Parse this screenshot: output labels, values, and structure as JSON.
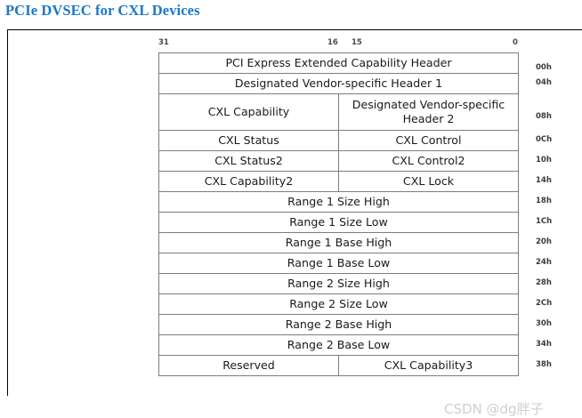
{
  "page": {
    "title": "PCIe DVSEC for CXL Devices"
  },
  "bit_ruler": {
    "labels": [
      {
        "text": "31",
        "bit": 31
      },
      {
        "text": "16",
        "bit": 16
      },
      {
        "text": "15",
        "bit": 15
      },
      {
        "text": "0",
        "bit": 0
      }
    ]
  },
  "register_table": {
    "rows": [
      {
        "offset": "00h",
        "full_width": true,
        "cells": [
          "PCI Express Extended Capability Header"
        ],
        "tall": false
      },
      {
        "offset": "04h",
        "full_width": true,
        "cells": [
          "Designated Vendor-specific Header 1"
        ],
        "tall": false
      },
      {
        "offset": "08h",
        "full_width": false,
        "cells": [
          "CXL Capability",
          "Designated Vendor-specific Header 2"
        ],
        "tall": true
      },
      {
        "offset": "0Ch",
        "full_width": false,
        "cells": [
          "CXL Status",
          "CXL Control"
        ],
        "tall": false
      },
      {
        "offset": "10h",
        "full_width": false,
        "cells": [
          "CXL Status2",
          "CXL Control2"
        ],
        "tall": false
      },
      {
        "offset": "14h",
        "full_width": false,
        "cells": [
          "CXL Capability2",
          "CXL Lock"
        ],
        "tall": false
      },
      {
        "offset": "18h",
        "full_width": true,
        "cells": [
          "Range 1 Size High"
        ],
        "tall": false
      },
      {
        "offset": "1Ch",
        "full_width": true,
        "cells": [
          "Range 1 Size Low"
        ],
        "tall": false
      },
      {
        "offset": "20h",
        "full_width": true,
        "cells": [
          "Range 1 Base High"
        ],
        "tall": false
      },
      {
        "offset": "24h",
        "full_width": true,
        "cells": [
          "Range 1 Base Low"
        ],
        "tall": false
      },
      {
        "offset": "28h",
        "full_width": true,
        "cells": [
          "Range 2 Size High"
        ],
        "tall": false
      },
      {
        "offset": "2Ch",
        "full_width": true,
        "cells": [
          "Range 2 Size Low"
        ],
        "tall": false
      },
      {
        "offset": "30h",
        "full_width": true,
        "cells": [
          "Range 2 Base High"
        ],
        "tall": false
      },
      {
        "offset": "34h",
        "full_width": true,
        "cells": [
          "Range 2 Base Low"
        ],
        "tall": false
      },
      {
        "offset": "38h",
        "full_width": false,
        "cells": [
          "Reserved",
          "CXL Capability3"
        ],
        "tall": false
      }
    ]
  },
  "watermark": {
    "text": "CSDN @dg胖子"
  },
  "colors": {
    "title": "#1a78c8",
    "table_border": "#7d7d7d",
    "frame_border": "#000000",
    "text": "#1a1a1a",
    "watermark": "#cfcfcf"
  }
}
